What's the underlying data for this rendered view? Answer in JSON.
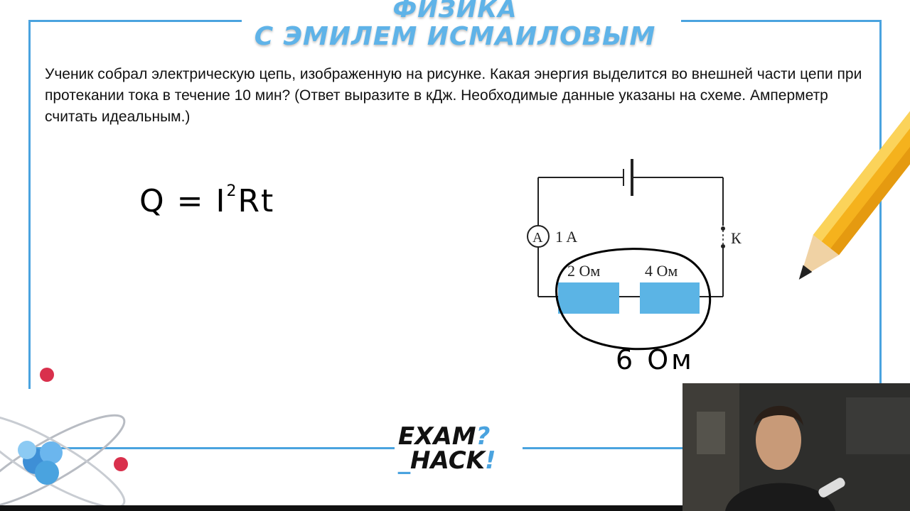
{
  "header": {
    "line1": "ФИЗИКА",
    "line2": "С ЭМИЛЕМ ИСМАИЛОВЫМ"
  },
  "question": "Ученик собрал электрическую цепь, изображенную на рисунке. Какая энергия выделится во внешней части цепи при протекании тока в течение 10 мин? (Ответ выразите в кДж. Необходимые данные указаны на схеме. Амперметр считать идеальным.)",
  "formula": {
    "base": "Q = I",
    "exponent": "2",
    "rest": "Rt"
  },
  "circuit": {
    "ammeter_symbol": "A",
    "ammeter_reading": "1 A",
    "switch_label": "К",
    "resistor1_label": "2 Ом",
    "resistor2_label": "4 Ом",
    "handwritten_total": "6 Ом",
    "resistor_color": "#5bb4e5"
  },
  "logo": {
    "line1": "EXAM",
    "line1_mark": "?",
    "line2": "HACK",
    "line2_mark": "!"
  },
  "colors": {
    "accent": "#4aa3df"
  }
}
